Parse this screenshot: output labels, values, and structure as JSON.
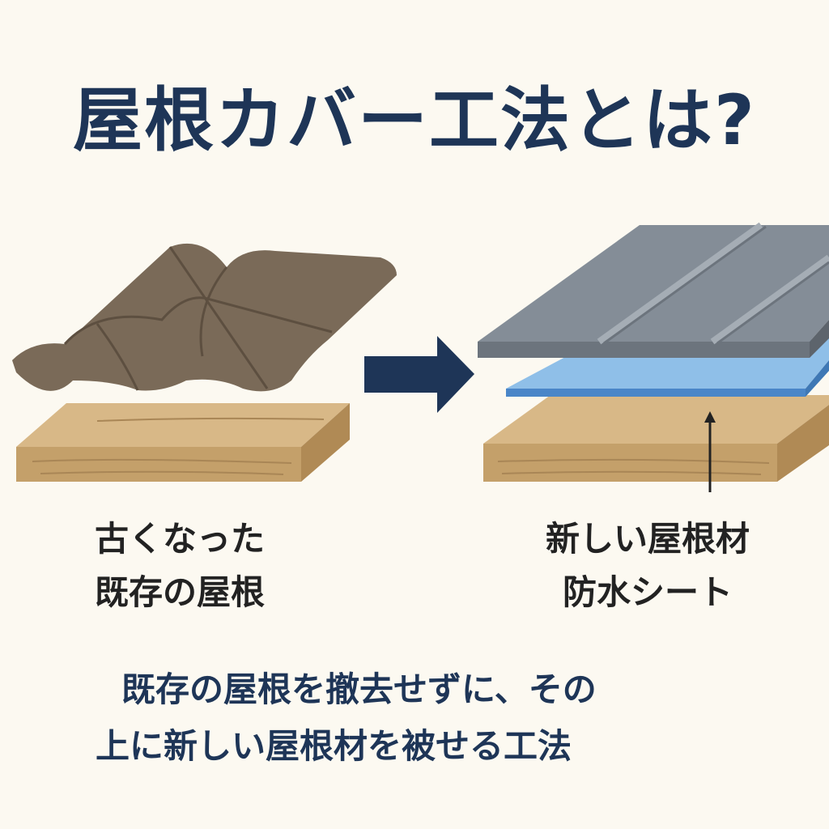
{
  "title": "屋根カバー工法とは?",
  "left_label": {
    "line1": "古くなった",
    "line2": "既存の屋根"
  },
  "right_label": {
    "line1": "新しい屋根材",
    "line2": "防水シート"
  },
  "caption": {
    "line1": "既存の屋根を撤去せずに、その",
    "line2": "上に新しい屋根材を被せる工法"
  },
  "colors": {
    "navy": "#1e3557",
    "tile": "#7a6a58",
    "wood": "#d8b887",
    "sheet": "#8fbfe8",
    "metal": "#848d97"
  }
}
